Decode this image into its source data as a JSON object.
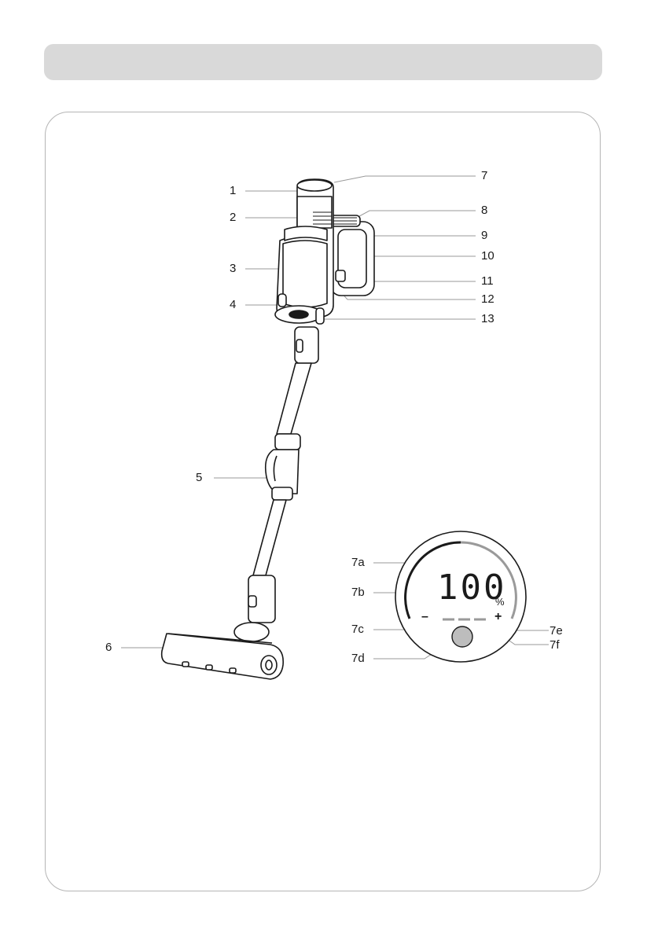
{
  "callouts": {
    "c1": "1",
    "c2": "2",
    "c3": "3",
    "c4": "4",
    "c5": "5",
    "c6": "6",
    "c7": "7",
    "c8": "8",
    "c9": "9",
    "c10": "10",
    "c11": "11",
    "c12": "12",
    "c13": "13",
    "c7a": "7a",
    "c7b": "7b",
    "c7c": "7c",
    "c7d": "7d",
    "c7e": "7e",
    "c7f": "7f"
  },
  "display": {
    "battery_value": "100",
    "percent_symbol": "%",
    "minus_symbol": "–",
    "plus_symbol": "+"
  },
  "colors": {
    "outline": "#1a1a1a",
    "header_bar": "#d9d9d9",
    "frame_border": "#b5b5b5",
    "leader_line": "#9a9a9a",
    "arc_gray": "#9a9a9a",
    "button_fill": "#bdbdbd"
  }
}
